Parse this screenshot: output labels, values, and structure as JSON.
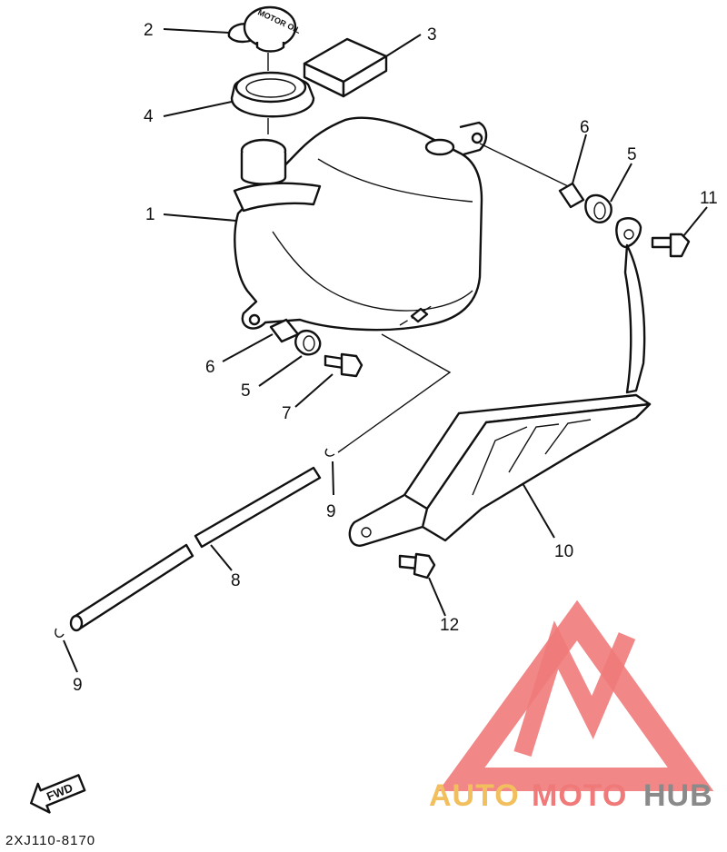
{
  "diagram": {
    "callouts": [
      {
        "id": "c2",
        "text": "2"
      },
      {
        "id": "c3",
        "text": "3"
      },
      {
        "id": "c4",
        "text": "4"
      },
      {
        "id": "c1",
        "text": "1"
      },
      {
        "id": "c6a",
        "text": "6"
      },
      {
        "id": "c5a",
        "text": "5"
      },
      {
        "id": "c11",
        "text": "11"
      },
      {
        "id": "c6b",
        "text": "6"
      },
      {
        "id": "c5b",
        "text": "5"
      },
      {
        "id": "c7",
        "text": "7"
      },
      {
        "id": "c9a",
        "text": "9"
      },
      {
        "id": "c8",
        "text": "8"
      },
      {
        "id": "c10",
        "text": "10"
      },
      {
        "id": "c12",
        "text": "12"
      },
      {
        "id": "c9b",
        "text": "9"
      }
    ],
    "cap_text": "MOTOR OIL",
    "fwd_label": "FWD",
    "diagram_code": "2XJ110-8170"
  },
  "watermark": {
    "text_a": "AUTO",
    "text_b": "MOTO",
    "text_c": "HUB",
    "colors": {
      "auto": "#f2bf5e",
      "moto": "#f07a7a",
      "hub": "#8a8a8a",
      "logo": "#f07a7a"
    }
  }
}
